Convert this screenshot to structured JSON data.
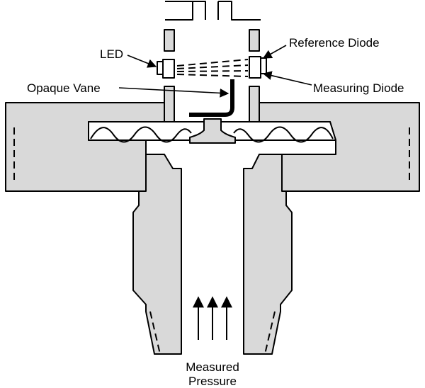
{
  "labels": {
    "led": "LED",
    "reference_diode": "Reference Diode",
    "opaque_vane": "Opaque Vane",
    "measuring_diode": "Measuring Diode",
    "measured_line1": "Measured",
    "measured_line2": "Pressure"
  },
  "colors": {
    "body_fill": "#d9d9d9",
    "stroke": "#000000",
    "vane": "#000000",
    "background": "#ffffff"
  },
  "icons": {
    "pressure_arrows": "up-arrow-icon",
    "light_beam": "dashed-beam-icon"
  }
}
